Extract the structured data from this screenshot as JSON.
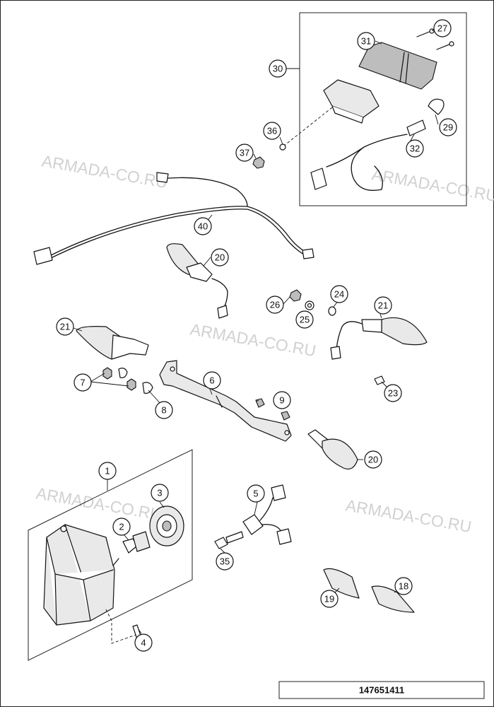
{
  "watermark": "ARMADA-CO.RU",
  "document_number": "147651411",
  "callouts": {
    "c1": "1",
    "c2": "2",
    "c3": "3",
    "c4": "4",
    "c5": "5",
    "c6": "6",
    "c7": "7",
    "c8": "8",
    "c9": "9",
    "c18": "18",
    "c19": "19",
    "c20a": "20",
    "c20b": "20",
    "c21a": "21",
    "c21b": "21",
    "c23": "23",
    "c24": "24",
    "c25": "25",
    "c26": "26",
    "c27": "27",
    "c29": "29",
    "c30": "30",
    "c31": "31",
    "c32": "32",
    "c35": "35",
    "c36": "36",
    "c37": "37",
    "c40": "40"
  }
}
